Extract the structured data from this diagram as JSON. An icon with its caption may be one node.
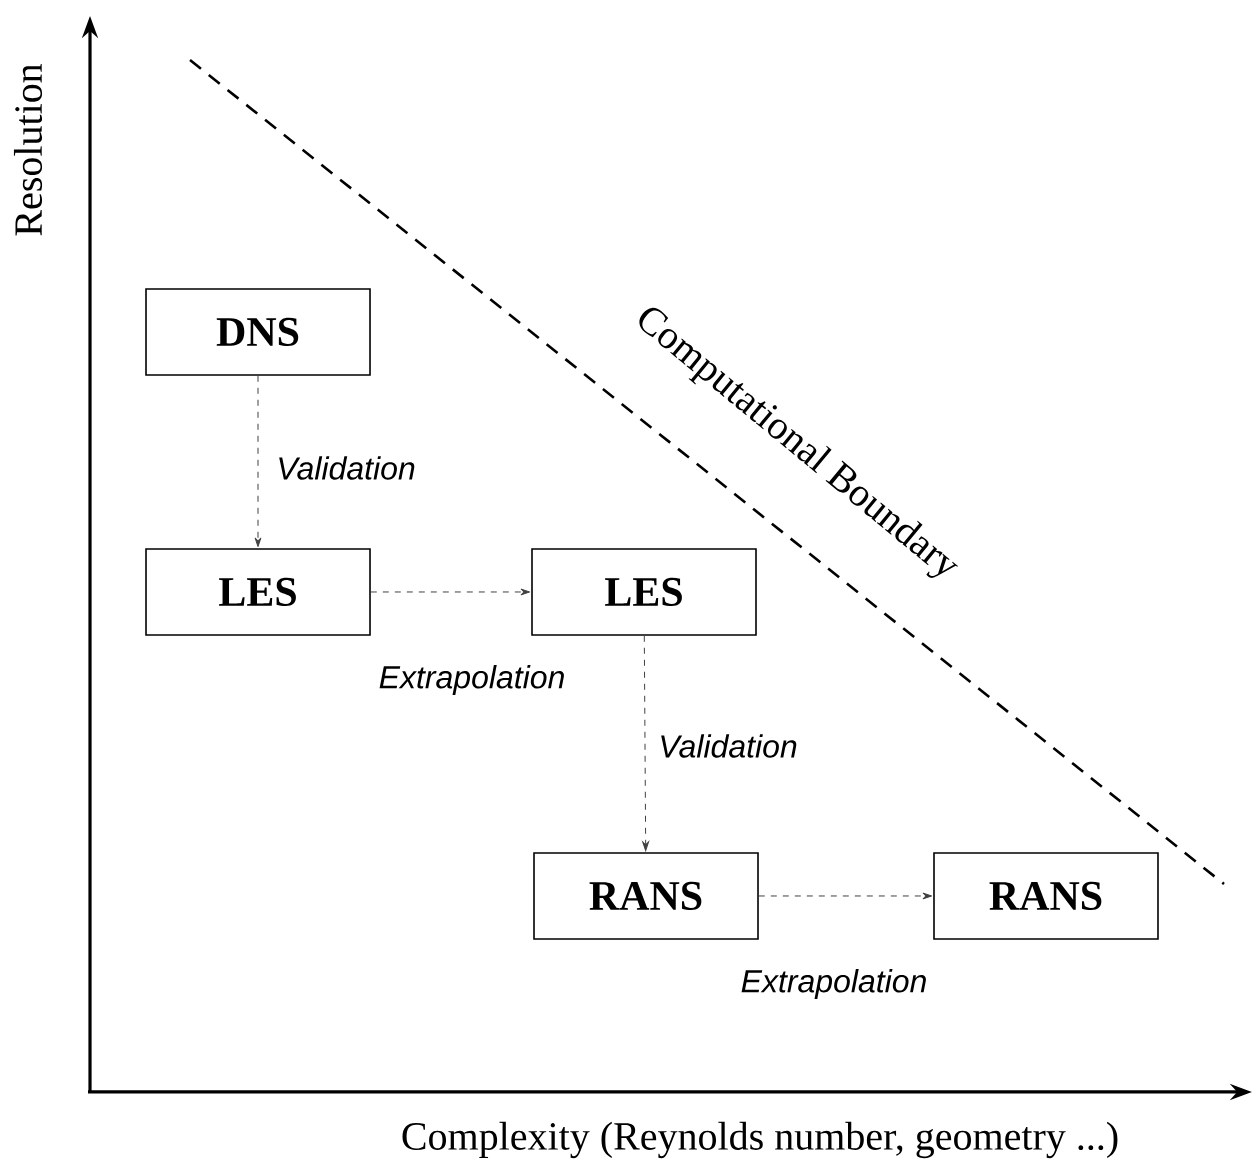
{
  "diagram": {
    "nodes": [
      {
        "text": [
          "DNS"
        ]
      },
      {
        "text": [
          "LES"
        ]
      },
      {
        "text": [
          "LES"
        ]
      },
      {
        "text": [
          "RANS"
        ]
      },
      {
        "text": [
          "RANS"
        ]
      }
    ],
    "edges": [
      {
        "from": 0,
        "to": 1,
        "arrow": "to",
        "style": "dashed",
        "label": "Validation"
      },
      {
        "from": 1,
        "to": 2,
        "arrow": "to",
        "style": "dashed",
        "label": "Extrapolation"
      },
      {
        "from": 2,
        "to": 3,
        "arrow": "to",
        "style": "dashed",
        "label": "Validation"
      },
      {
        "from": 3,
        "to": 4,
        "arrow": "to",
        "style": "dashed",
        "label": "Extrapolation"
      }
    ],
    "labels": [
      "Resolution",
      "Computational Boundary",
      "Complexity (Reynolds number, geometry ...)"
    ]
  }
}
